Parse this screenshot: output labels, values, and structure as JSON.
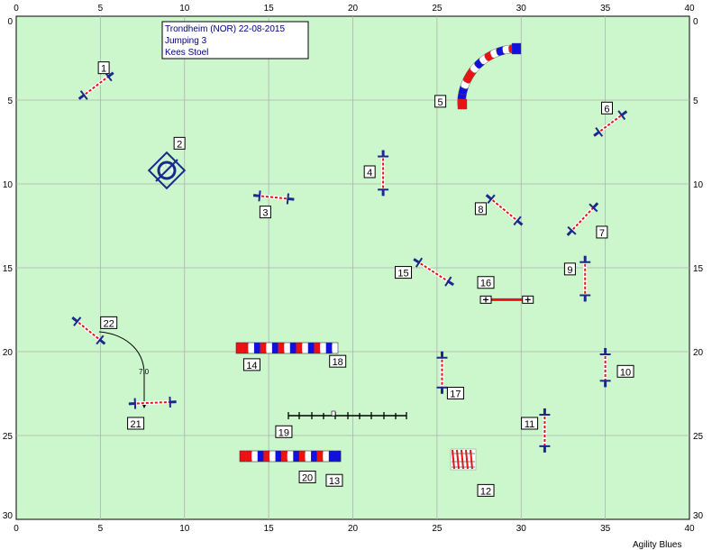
{
  "header": {
    "event": "Trondheim (NOR) 22-08-2015",
    "class": "Jumping 3",
    "judge": "Kees Stoel"
  },
  "axis": {
    "x_ticks": [
      "0",
      "5",
      "10",
      "15",
      "20",
      "25",
      "30",
      "35",
      "40"
    ],
    "y_ticks": [
      "0",
      "5",
      "10",
      "15",
      "20",
      "25",
      "30"
    ]
  },
  "colors": {
    "field": "#ccf7cc",
    "grid": "#b0b0b0",
    "bar_red": "#ee1111",
    "wing_blue": "#1a2a8c",
    "tunnel_red": "#ee1111",
    "tunnel_blue": "#1111dd"
  },
  "obstacles": {
    "jump_1": {
      "kind": "jump",
      "number": "1",
      "x1": 3.9,
      "y1": 4.8,
      "x2": 5.6,
      "y2": 3.5,
      "label_x": 5.2,
      "label_y": 3.1
    },
    "tire_2": {
      "kind": "tire",
      "number": "2",
      "x": 9.2,
      "y": 9.1,
      "label_x": 9.7,
      "label_y": 7.6
    },
    "jump_3": {
      "kind": "jump",
      "number": "3",
      "x1": 14.3,
      "y1": 10.7,
      "x2": 16.3,
      "y2": 10.9,
      "label_x": 14.8,
      "label_y": 11.7
    },
    "jump_4": {
      "kind": "jump",
      "number": "4",
      "x1": 21.8,
      "y1": 8.2,
      "x2": 21.8,
      "y2": 10.5,
      "label_x": 21.0,
      "label_y": 9.3
    },
    "tunnel_5": {
      "kind": "tunnel",
      "number": "5",
      "label_x": 25.2,
      "label_y": 5.1
    },
    "jump_6": {
      "kind": "jump",
      "number": "6",
      "x1": 34.5,
      "y1": 7.0,
      "x2": 36.1,
      "y2": 5.8,
      "label_x": 35.1,
      "label_y": 5.5
    },
    "jump_7": {
      "kind": "jump",
      "number": "7",
      "x1": 32.9,
      "y1": 12.9,
      "x2": 34.4,
      "y2": 11.3,
      "label_x": 34.8,
      "label_y": 12.9
    },
    "jump_8": {
      "kind": "jump",
      "number": "8",
      "x1": 28.1,
      "y1": 10.8,
      "x2": 29.9,
      "y2": 12.3,
      "label_x": 27.6,
      "label_y": 11.5
    },
    "jump_9": {
      "kind": "jump",
      "number": "9",
      "x1": 33.8,
      "y1": 14.5,
      "x2": 33.8,
      "y2": 16.8,
      "label_x": 32.9,
      "label_y": 15.1
    },
    "jump_10": {
      "kind": "jump",
      "number": "10",
      "x1": 35.0,
      "y1": 20.0,
      "x2": 35.0,
      "y2": 21.9,
      "label_x": 36.2,
      "label_y": 21.2
    },
    "jump_11": {
      "kind": "jump",
      "number": "11",
      "x1": 31.4,
      "y1": 23.6,
      "x2": 31.4,
      "y2": 25.8,
      "label_x": 30.5,
      "label_y": 24.3
    },
    "weave_12": {
      "kind": "weave",
      "number": "12",
      "label_x": 27.9,
      "label_y": 28.3
    },
    "tunnel_13_20": {
      "kind": "tunnel",
      "number_a": "20",
      "number_b": "13",
      "label_a_x": 17.3,
      "label_a_y": 27.5,
      "label_b_x": 18.9,
      "label_b_y": 27.7
    },
    "tunnel_14_18": {
      "kind": "tunnel",
      "number_a": "14",
      "number_b": "18",
      "label_a_x": 14.0,
      "label_a_y": 20.8,
      "label_b_x": 19.1,
      "label_b_y": 20.6
    },
    "jump_15": {
      "kind": "jump",
      "number": "15",
      "x1": 23.8,
      "y1": 14.6,
      "x2": 25.8,
      "y2": 15.9,
      "label_x": 23.0,
      "label_y": 15.3
    },
    "jump_16": {
      "kind": "jump",
      "number": "16",
      "x1": 27.9,
      "y1": 16.9,
      "x2": 30.4,
      "y2": 16.9,
      "label_x": 27.9,
      "label_y": 15.9
    },
    "jump_17": {
      "kind": "jump",
      "number": "17",
      "x1": 25.3,
      "y1": 20.2,
      "x2": 25.3,
      "y2": 22.3,
      "label_x": 26.1,
      "label_y": 22.5
    },
    "wall_19": {
      "kind": "long",
      "number": "19",
      "label_x": 15.9,
      "label_y": 24.8
    },
    "jump_21": {
      "kind": "jump",
      "number": "21",
      "x1": 6.9,
      "y1": 23.1,
      "x2": 9.3,
      "y2": 23.0,
      "label_x": 7.1,
      "label_y": 24.3
    },
    "jump_22": {
      "kind": "jump",
      "number": "22",
      "x1": 3.5,
      "y1": 18.1,
      "x2": 5.1,
      "y2": 19.4,
      "label_x": 5.5,
      "label_y": 18.3
    }
  },
  "distance_label": "7.0",
  "credit": "Agility Blues"
}
